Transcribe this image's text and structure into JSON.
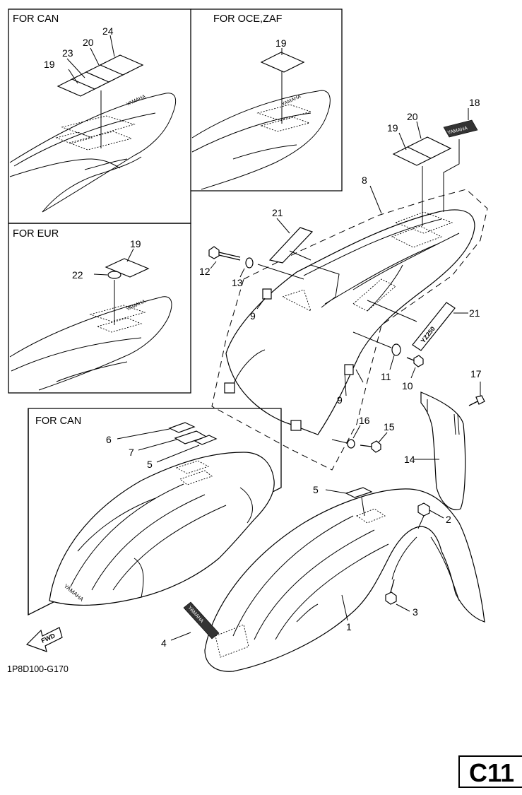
{
  "panels": {
    "can_seat": "FOR CAN",
    "oce_zaf": "FOR OCE,ZAF",
    "eur": "FOR EUR",
    "can_fender": "FOR CAN"
  },
  "labels": {
    "p24": "24",
    "p20a": "20",
    "p23": "23",
    "p19a": "19",
    "p19b": "19",
    "p19c": "19",
    "p22": "22",
    "p18": "18",
    "p20b": "20",
    "p19d": "19",
    "p8": "8",
    "p21a": "21",
    "p21b": "21",
    "p12": "12",
    "p13": "13",
    "p9a": "9",
    "p9b": "9",
    "p11": "11",
    "p10": "10",
    "p17": "17",
    "p16": "16",
    "p15": "15",
    "p14": "14",
    "p6": "6",
    "p7": "7",
    "p5a": "5",
    "p5b": "5",
    "p2": "2",
    "p3": "3",
    "p1": "1",
    "p4": "4"
  },
  "decals": {
    "yamaha_small": "YAMAHA",
    "yamaha_fender": "YAMAHA",
    "model": "YZ250",
    "fwd_arrow": "FWD"
  },
  "footer": {
    "diagram_code": "1P8D100-G170",
    "page_code": "C11"
  }
}
